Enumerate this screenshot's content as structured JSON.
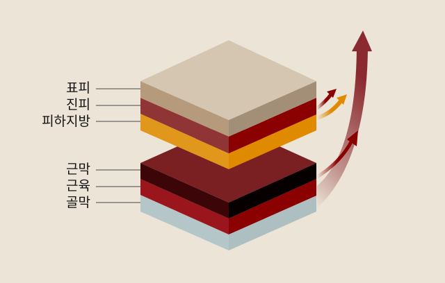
{
  "labels": {
    "epidermis": "표피",
    "dermis": "진피",
    "subcutis": "피하지방",
    "fascia": "근막",
    "muscle": "근육",
    "periosteum": "골막"
  },
  "colors": {
    "background": "#ece4d7",
    "epidermis_top": "#d5c6b2",
    "dermis": "#8b0000",
    "subcutis": "#e08a00",
    "fascia_top": "#7a1f22",
    "muscle": "#8b0000",
    "bone": "#b5c6c8"
  }
}
